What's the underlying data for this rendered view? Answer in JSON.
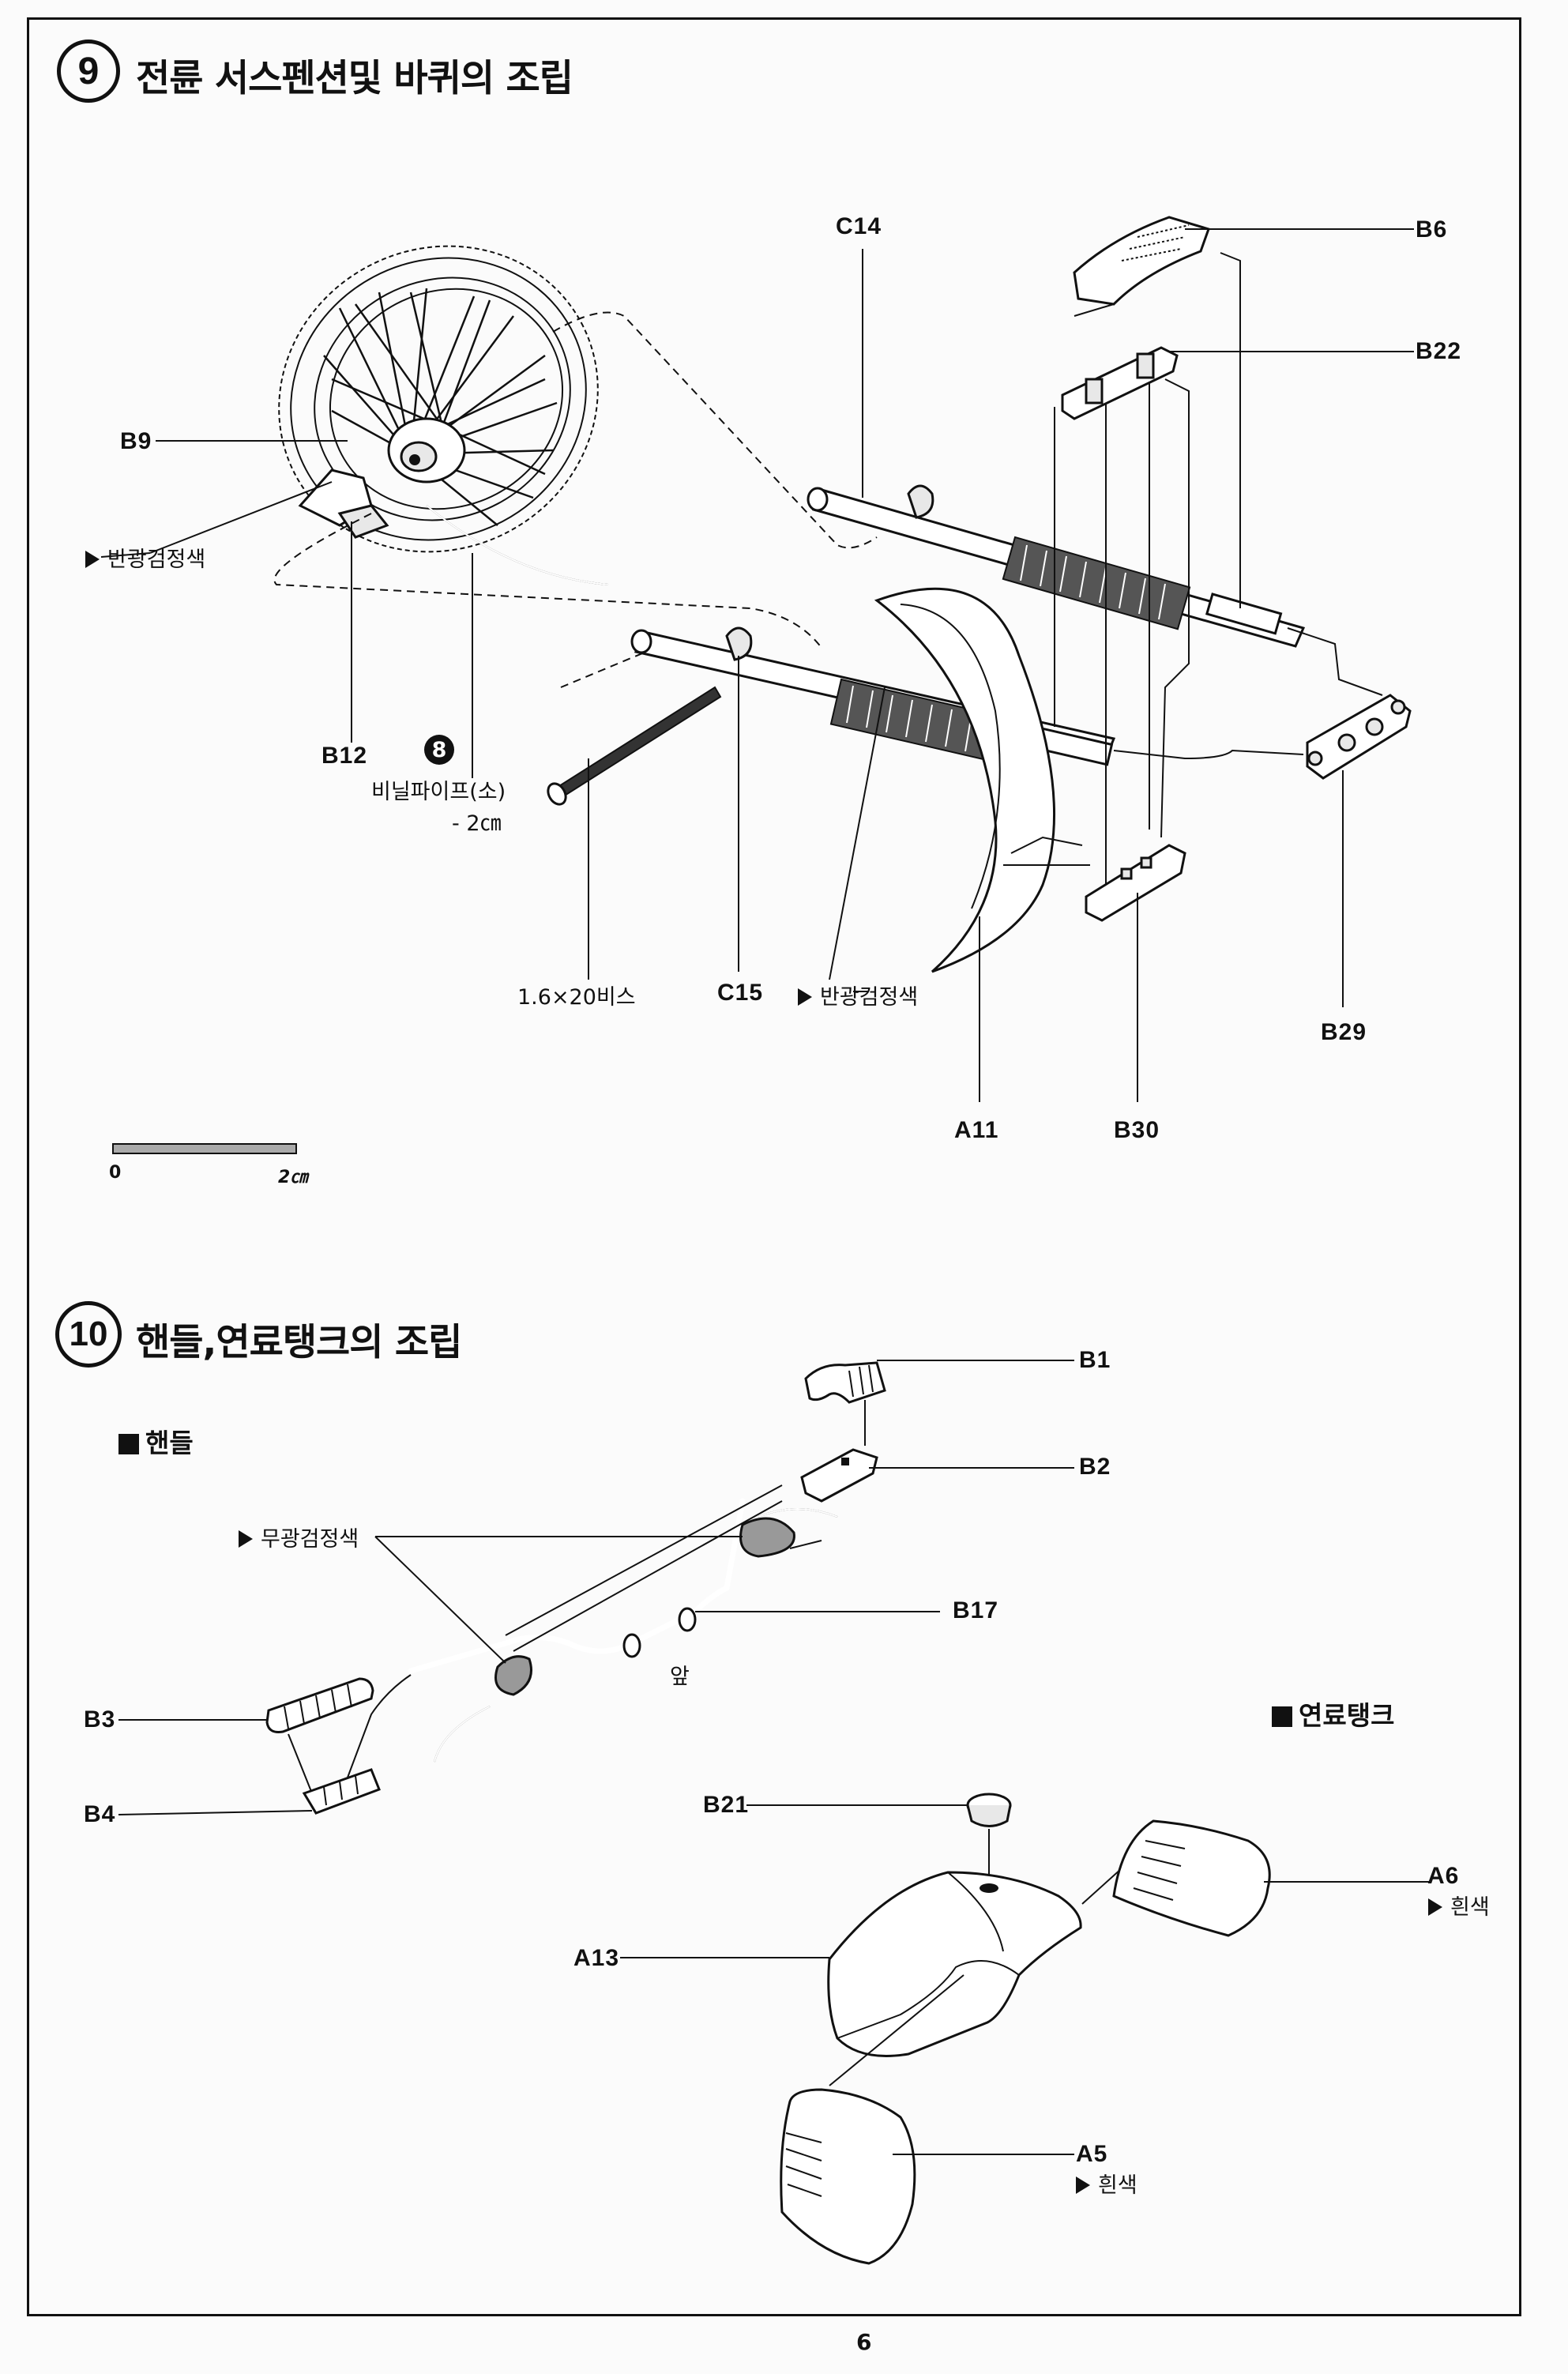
{
  "step9": {
    "number": "9",
    "title": "전륜 서스펜션및 바퀴의 조립",
    "labels": {
      "c14": "C14",
      "b6": "B6",
      "b22": "B22",
      "b9": "B9",
      "b12": "B12",
      "c15": "C15",
      "a11": "A11",
      "b30": "B30",
      "b29": "B29"
    },
    "notes": {
      "color_left": "반광검정색",
      "color_fork": "반광검정색",
      "pipe_num": "8",
      "pipe_name": "비닐파이프(소)",
      "pipe_len": "- 2㎝",
      "screw": "1.6×20비스"
    },
    "scale": {
      "zero": "0",
      "two": "2㎝"
    }
  },
  "step10": {
    "number": "10",
    "title": "핸들,연료탱크의 조립",
    "section_handle": "핸들",
    "section_tank": "연료탱크",
    "labels": {
      "b1": "B1",
      "b2": "B2",
      "b17": "B17",
      "b3": "B3",
      "b4": "B4",
      "b21": "B21",
      "a13": "A13",
      "a6": "A6",
      "a5": "A5"
    },
    "notes": {
      "matte": "무광검정색",
      "front": "앞",
      "white_a6": "흰색",
      "white_a5": "흰색"
    }
  },
  "page_number": "6"
}
